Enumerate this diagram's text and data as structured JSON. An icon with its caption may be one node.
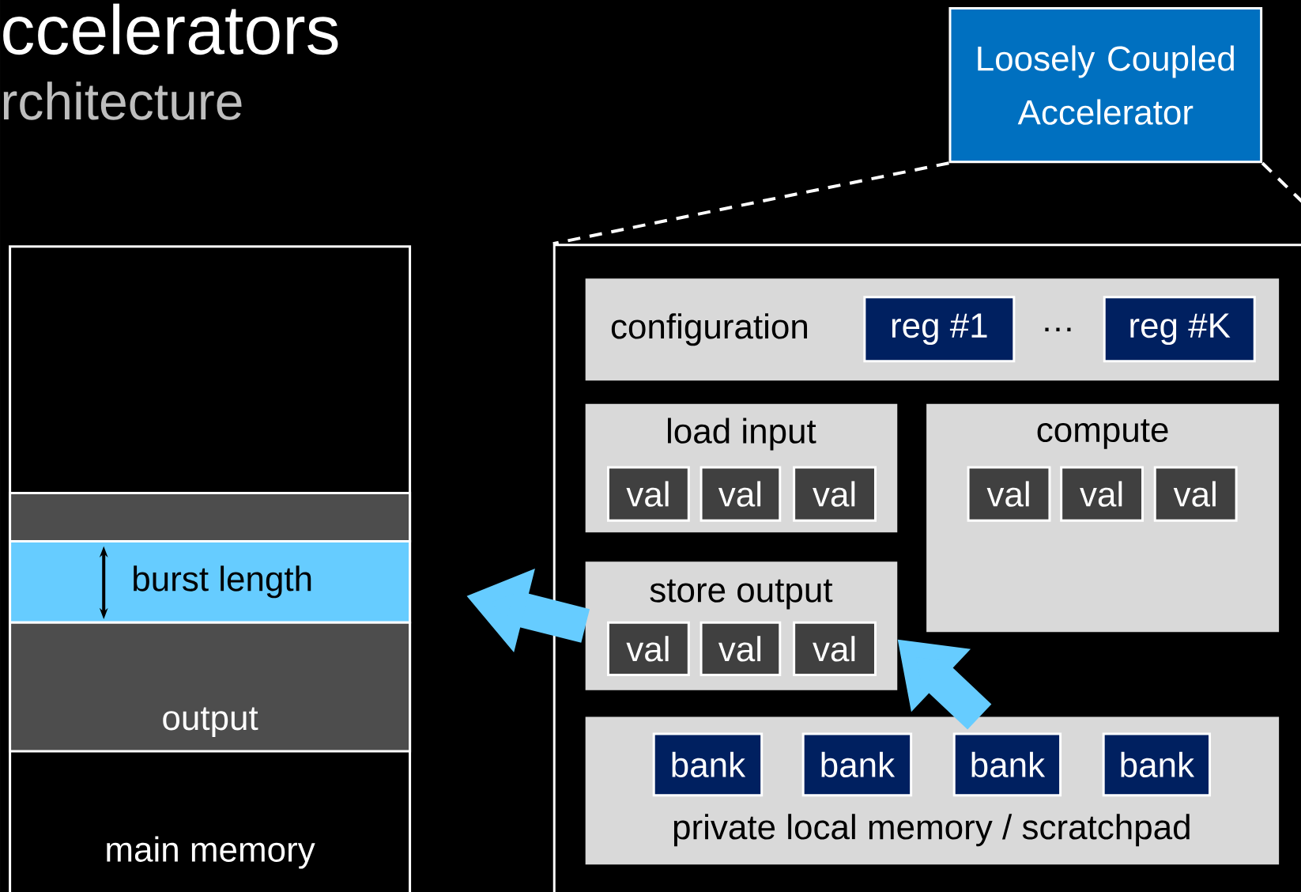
{
  "diagram": {
    "nodes": [
      {
        "text": [
          "Loosely Coupled Accelerator"
        ]
      },
      {
        "text": [],
        "shape": "box"
      },
      {
        "text": [
          "configuration"
        ],
        "in": 1
      },
      {
        "text": [
          "reg #1"
        ],
        "in": 2
      },
      {
        "text": [
          "reg #K"
        ],
        "in": 2
      },
      {
        "text": [
          "load input"
        ],
        "in": 1
      },
      {
        "text": [
          "val"
        ],
        "in": 5
      },
      {
        "text": [
          "val"
        ],
        "in": 5
      },
      {
        "text": [
          "val"
        ],
        "in": 5
      },
      {
        "text": [
          "compute"
        ],
        "in": 1
      },
      {
        "text": [
          "val"
        ],
        "in": 9
      },
      {
        "text": [
          "val"
        ],
        "in": 9
      },
      {
        "text": [
          "val"
        ],
        "in": 9
      },
      {
        "text": [
          "store output"
        ],
        "in": 1
      },
      {
        "text": [
          "val"
        ],
        "in": 13
      },
      {
        "text": [
          "val"
        ],
        "in": 13
      },
      {
        "text": [
          "val"
        ],
        "in": 13
      },
      {
        "text": [
          "private local memory / scratchpad"
        ],
        "in": 1
      },
      {
        "text": [
          "bank"
        ],
        "in": 17
      },
      {
        "text": [
          "bank"
        ],
        "in": 17
      },
      {
        "text": [
          "bank"
        ],
        "in": 17
      },
      {
        "text": [
          "bank"
        ],
        "in": 17
      },
      {
        "text": [
          "main memory"
        ]
      },
      {
        "text": [],
        "shape": "box",
        "in": 22
      },
      {
        "text": [
          "burst length"
        ],
        "in": 22
      },
      {
        "text": [
          "output"
        ],
        "in": 22
      }
    ],
    "edges": [
      {
        "from": 0,
        "to": 1,
        "arrow": "none",
        "style": "dashed"
      },
      {
        "from": 0,
        "to": 1,
        "arrow": "none",
        "style": "dashed"
      },
      {
        "from": 13,
        "to": 24,
        "arrow": "to",
        "style": "thick",
        "color": "#66ccff"
      },
      {
        "from": 17,
        "to": 13,
        "arrow": "to",
        "style": "thick",
        "color": "#66ccff"
      }
    ],
    "labels": [
      "ccelerators",
      "rchitecture",
      "…"
    ]
  }
}
